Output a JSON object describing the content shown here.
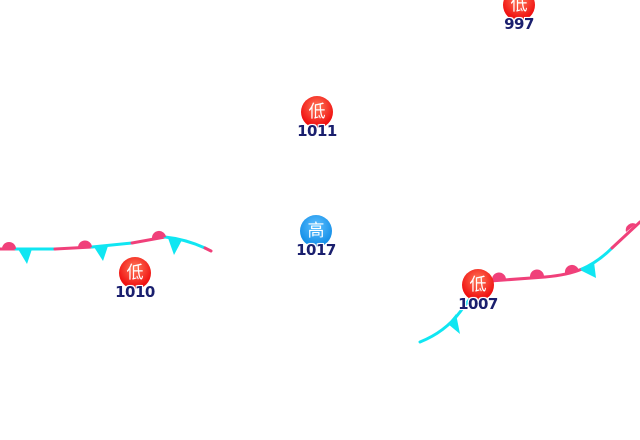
{
  "colors": {
    "low": "#f01010",
    "high": "#1690e8",
    "warm_front": "#f0407a",
    "cold_front": "#10e6f2",
    "label": "#1a1f6e"
  },
  "systems": [
    {
      "type": "low",
      "symbol": "低",
      "pressure": "997"
    },
    {
      "type": "low",
      "symbol": "低",
      "pressure": "1011"
    },
    {
      "type": "high",
      "symbol": "高",
      "pressure": "1017"
    },
    {
      "type": "low",
      "symbol": "低",
      "pressure": "1010"
    },
    {
      "type": "low",
      "symbol": "低",
      "pressure": "1007"
    }
  ],
  "fronts": [
    {
      "type": "stationary"
    },
    {
      "type": "warm"
    },
    {
      "type": "cold"
    },
    {
      "type": "stationary"
    }
  ]
}
